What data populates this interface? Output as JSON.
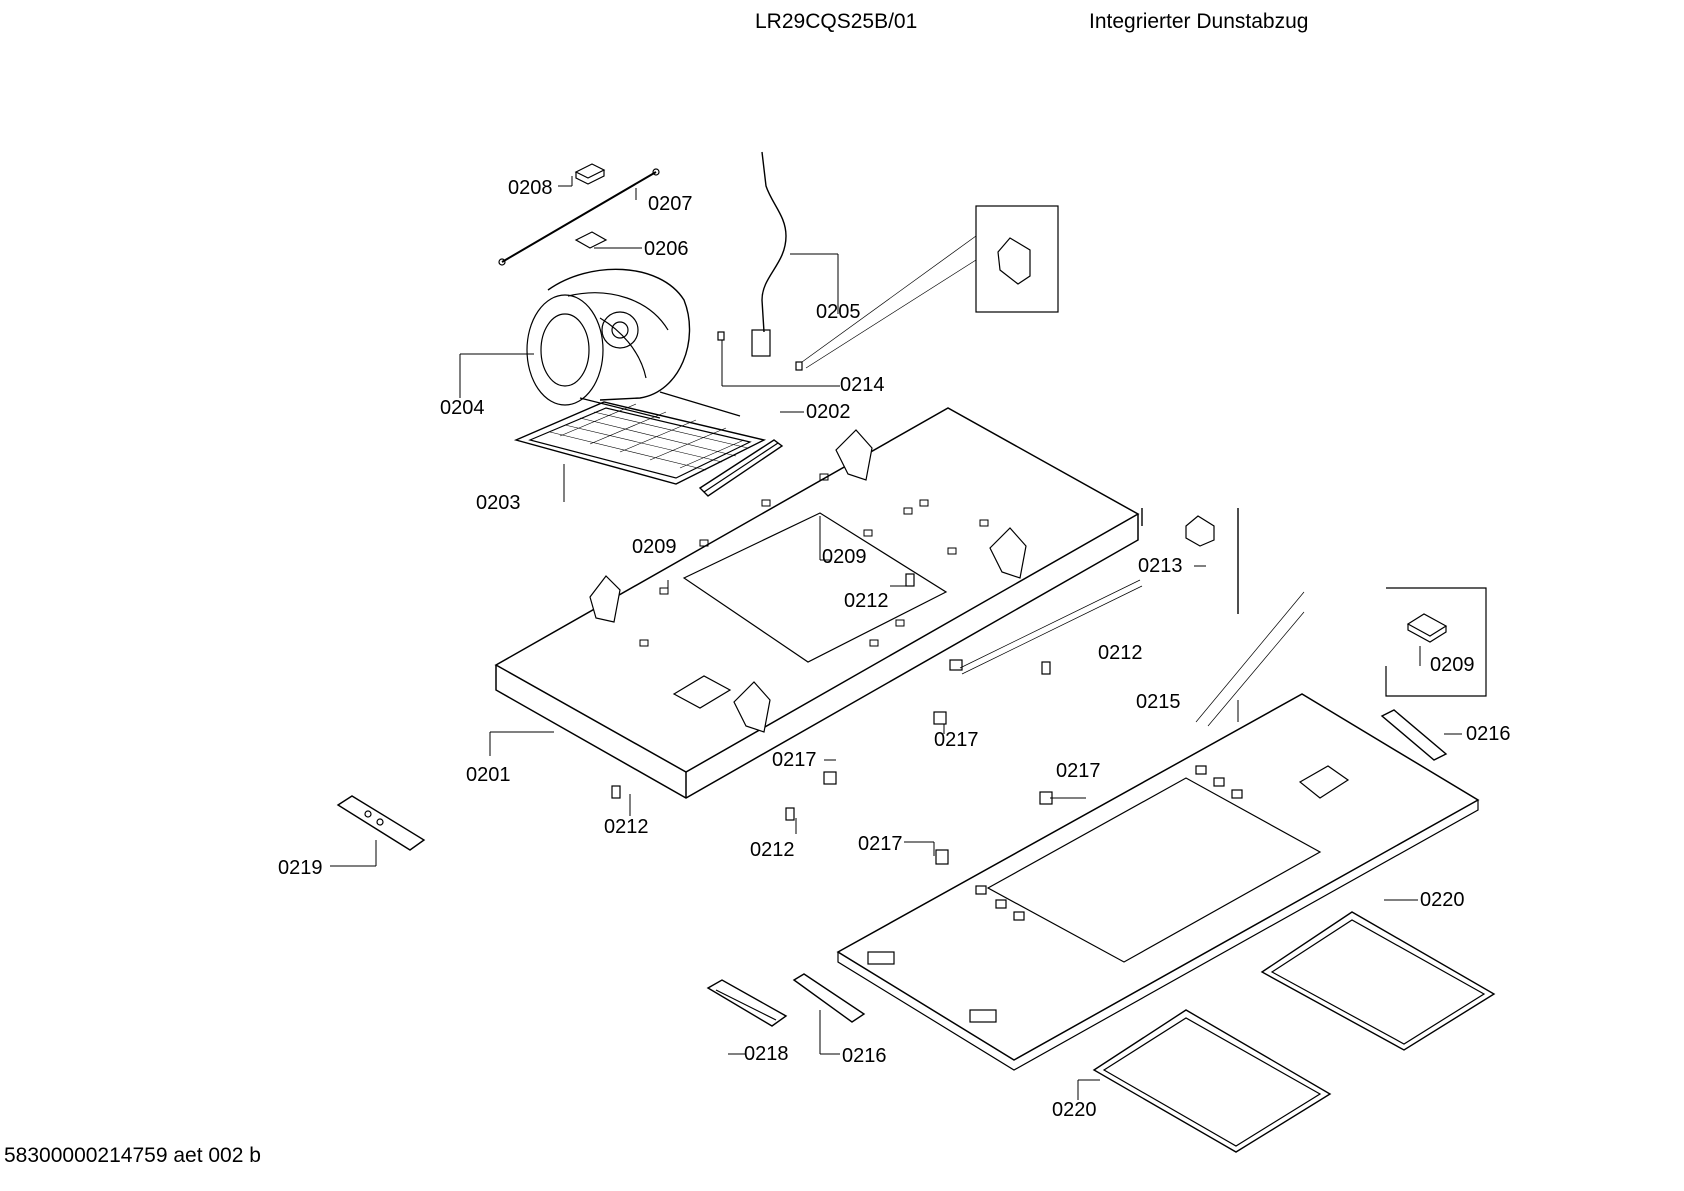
{
  "header": {
    "model": "LR29CQS25B/01",
    "description": "Integrierter Dunstabzug"
  },
  "footer": {
    "document_code": "58300000214759 aet 002 b"
  },
  "part_labels": {
    "p0201": "0201",
    "p0202": "0202",
    "p0203": "0203",
    "p0204": "0204",
    "p0205": "0205",
    "p0206": "0206",
    "p0207": "0207",
    "p0208": "0208",
    "p0209a": "0209",
    "p0209b": "0209",
    "p0209c": "0209",
    "p0212a": "0212",
    "p0212b": "0212",
    "p0212c": "0212",
    "p0212d": "0212",
    "p0213": "0213",
    "p0214": "0214",
    "p0215": "0215",
    "p0216a": "0216",
    "p0216b": "0216",
    "p0217a": "0217",
    "p0217b": "0217",
    "p0217c": "0217",
    "p0217d": "0217",
    "p0218": "0218",
    "p0219": "0219",
    "p0220a": "0220",
    "p0220b": "0220"
  }
}
